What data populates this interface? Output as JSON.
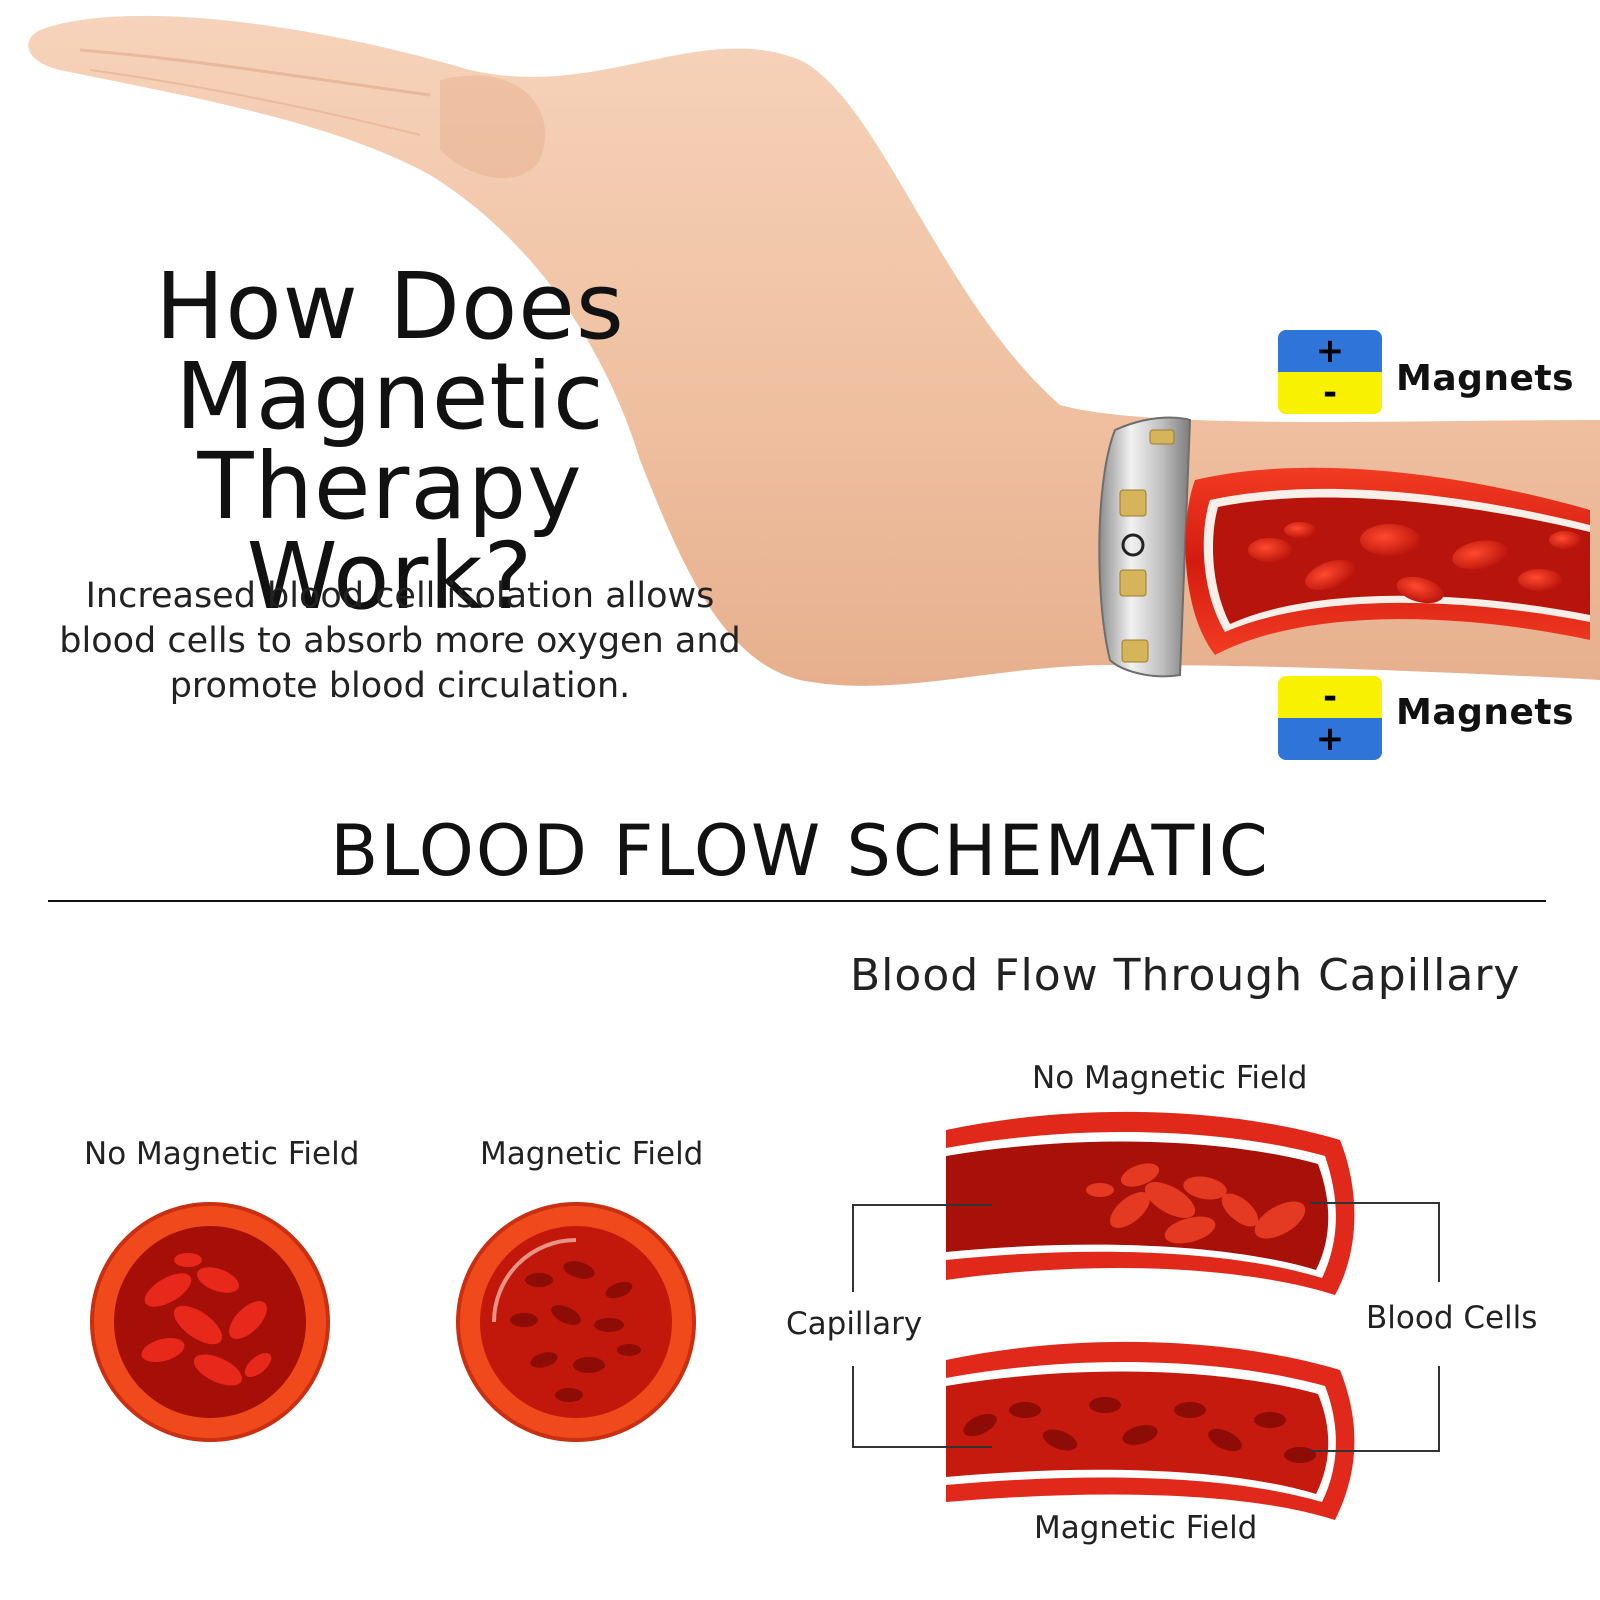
{
  "headline": {
    "line1": "How Does",
    "line2": "Magnetic",
    "line3": "Therapy Work?"
  },
  "description": {
    "line1": "Increased blood cell isolation allows",
    "line2": "blood cells to absorb more oxygen and",
    "line3": "promote blood circulation."
  },
  "magnets": {
    "top": {
      "upper_sign": "+",
      "lower_sign": "-",
      "label": "Magnets"
    },
    "bottom": {
      "upper_sign": "-",
      "lower_sign": "+",
      "label": "Magnets"
    }
  },
  "schematic": {
    "title": "BLOOD FLOW SCHEMATIC",
    "cross_sections": {
      "left_label": "No Magnetic Field",
      "right_label": "Magnetic Field"
    },
    "capillary_diagram": {
      "title": "Blood Flow Through Capillary",
      "top_label": "No Magnetic Field",
      "bottom_label": "Magnetic Field",
      "left_label": "Capillary",
      "right_label": "Blood Cells"
    }
  },
  "colors": {
    "skin": "#f0c2a4",
    "vessel_red": "#e02a1a",
    "vessel_dark": "#9e0f0a",
    "magnet_blue": "#2f74d8",
    "magnet_yellow": "#f8f200"
  }
}
